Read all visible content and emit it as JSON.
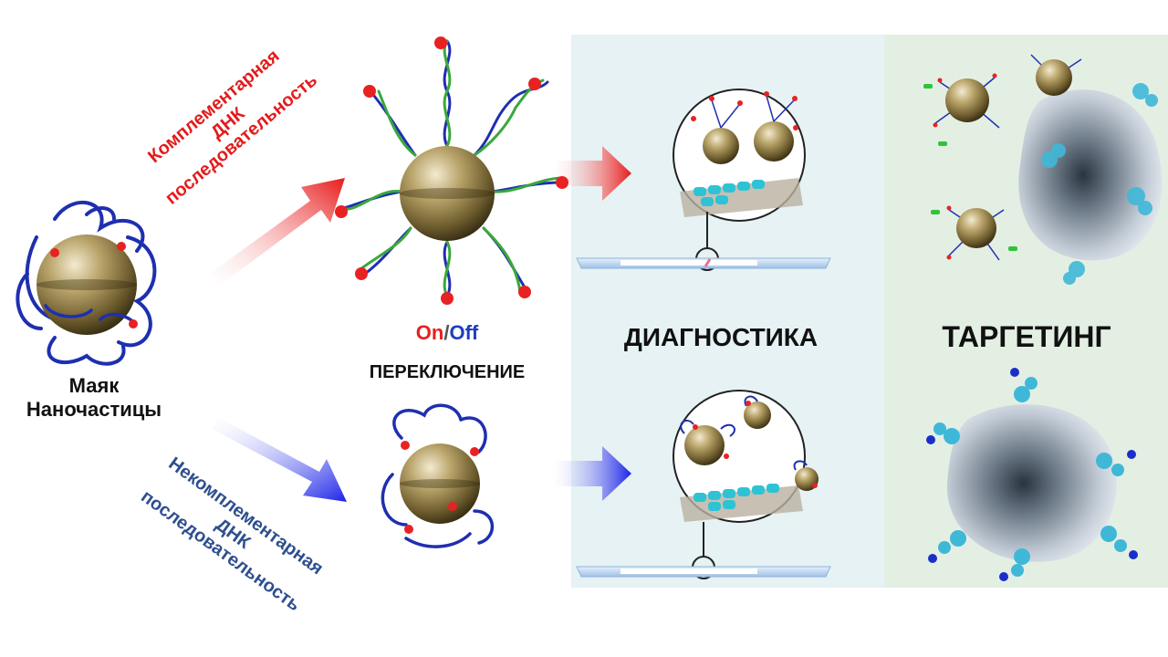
{
  "labels": {
    "beacon_line1": "Маяк",
    "beacon_line2": "Наночастицы",
    "comp_line1": "Комплементарная",
    "comp_line2": "ДНК",
    "comp_line3": "последовательность",
    "noncomp_line1": "Некомплементарная",
    "noncomp_line2": "ДНК",
    "noncomp_line3": "последовательность",
    "on_text": "On",
    "slash_text": "/",
    "off_text": "Off",
    "switch_title": "ПЕРЕКЛЮЧЕНИЕ",
    "diagnostics_title": "ДИАГНОСТИКА",
    "targeting_title": "ТАРГЕТИНГ"
  },
  "colors": {
    "red_accent": "#e31b1b",
    "blue_accent": "#2e4f8f",
    "on_color": "#e32222",
    "off_color": "#1f3fbf",
    "diagnostics_bg": "#e6f2f4",
    "targeting_bg": "#e4efe4",
    "dna_blue": "#1e2fb0",
    "dna_green": "#3aa83a",
    "gold": "#9a8650"
  }
}
